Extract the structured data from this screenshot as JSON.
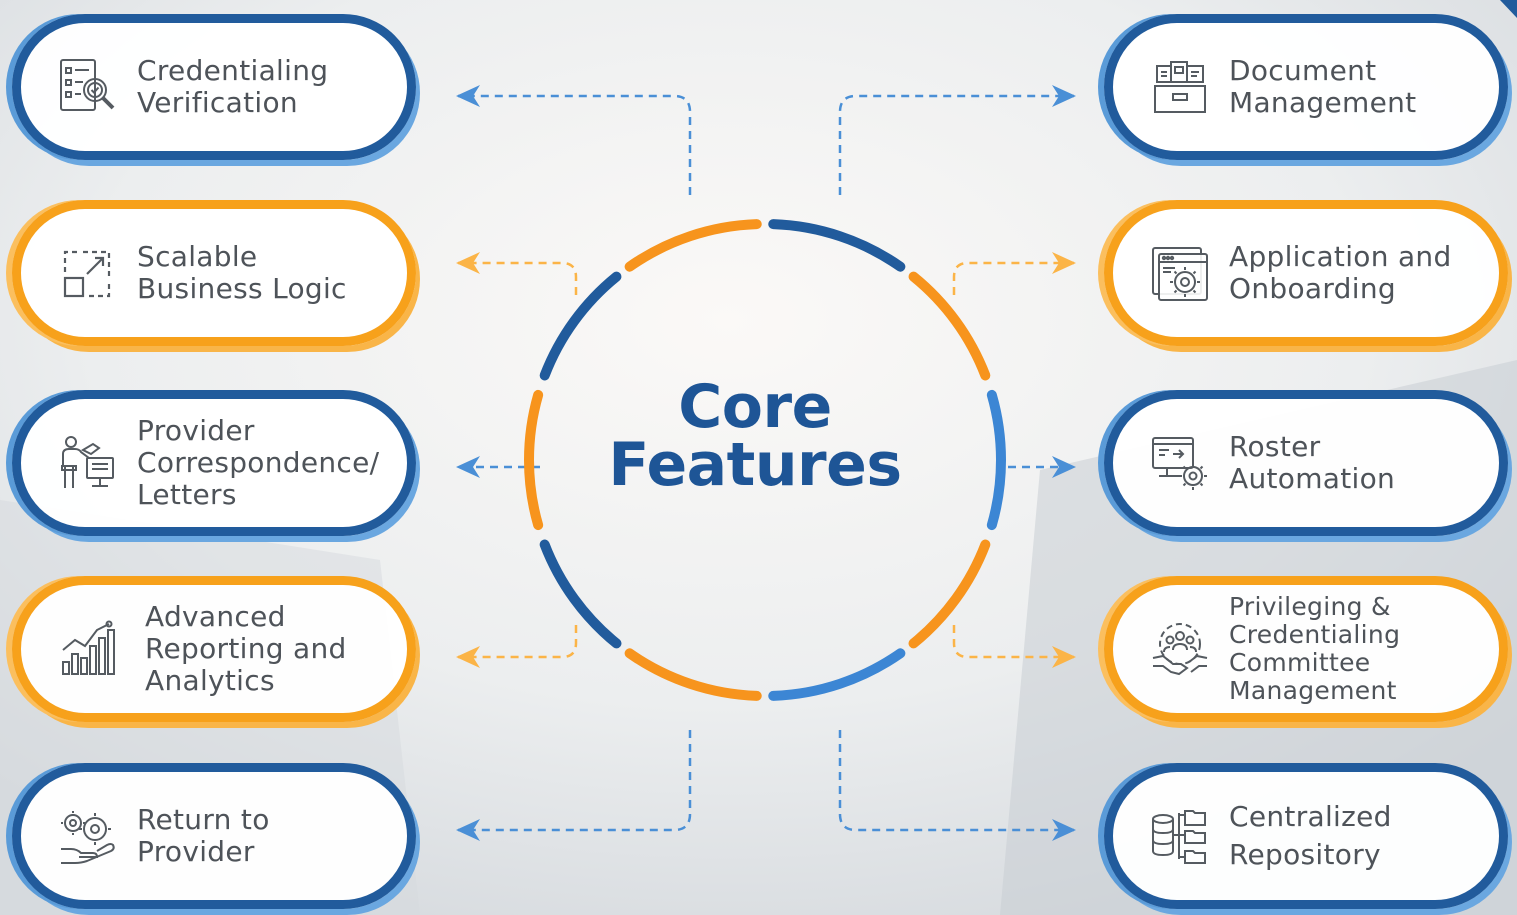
{
  "title": [
    "Core",
    "Features"
  ],
  "colors": {
    "blue": "#215b9c",
    "light_blue": "#4a8fd6",
    "orange": "#f7941d",
    "text": "#4e5359"
  },
  "features": [
    {
      "id": "credentialing-verification",
      "side": "left",
      "accent": "blue",
      "icon": "checklist-magnifier-icon",
      "lines": [
        "Credentialing",
        "Verification"
      ]
    },
    {
      "id": "scalable-business-logic",
      "side": "left",
      "accent": "orange",
      "icon": "scale-expand-icon",
      "lines": [
        "Scalable",
        "Business Logic"
      ]
    },
    {
      "id": "provider-correspondence-letters",
      "side": "left",
      "accent": "blue",
      "icon": "presenter-icon",
      "lines": [
        "Provider",
        "Correspondence/",
        "Letters"
      ]
    },
    {
      "id": "advanced-reporting-analytics",
      "side": "left",
      "accent": "orange",
      "icon": "bar-chart-icon",
      "lines": [
        "Advanced",
        "Reporting and",
        "Analytics"
      ]
    },
    {
      "id": "return-to-provider",
      "side": "left",
      "accent": "blue",
      "icon": "gears-hand-icon",
      "lines": [
        "Return to",
        "Provider"
      ]
    },
    {
      "id": "document-management",
      "side": "right",
      "accent": "blue",
      "icon": "document-box-icon",
      "lines": [
        "Document",
        "Management"
      ]
    },
    {
      "id": "application-onboarding",
      "side": "right",
      "accent": "orange",
      "icon": "window-gear-icon",
      "lines": [
        "Application and",
        "Onboarding"
      ]
    },
    {
      "id": "roster-automation",
      "side": "right",
      "accent": "blue",
      "icon": "monitor-gear-icon",
      "lines": [
        "Roster",
        "Automation"
      ]
    },
    {
      "id": "privileging-committee-management",
      "side": "right",
      "accent": "orange",
      "icon": "handshake-team-icon",
      "lines": [
        "Privileging &",
        "Credentialing",
        "Committee",
        "Management"
      ]
    },
    {
      "id": "centralized-repository",
      "side": "right",
      "accent": "blue",
      "icon": "database-folders-icon",
      "lines": [
        "Centralized",
        "Repository"
      ]
    }
  ]
}
